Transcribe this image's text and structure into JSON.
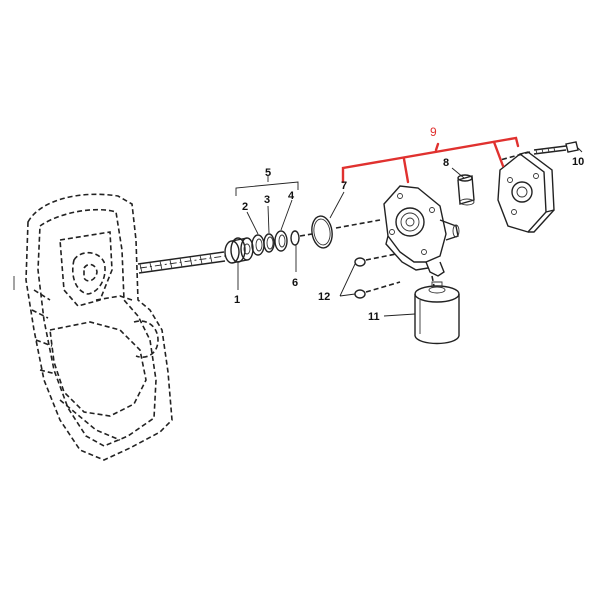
{
  "labels": {
    "part1": "1",
    "part2": "2",
    "part3": "3",
    "part4": "4",
    "part5": "5",
    "part6": "6",
    "part7": "7",
    "part8": "8",
    "part9": "9",
    "part10": "10",
    "part11": "11",
    "part12": "12"
  },
  "colors": {
    "line": "#222222",
    "accent_bracket": "#e0312f",
    "background": "#ffffff"
  }
}
